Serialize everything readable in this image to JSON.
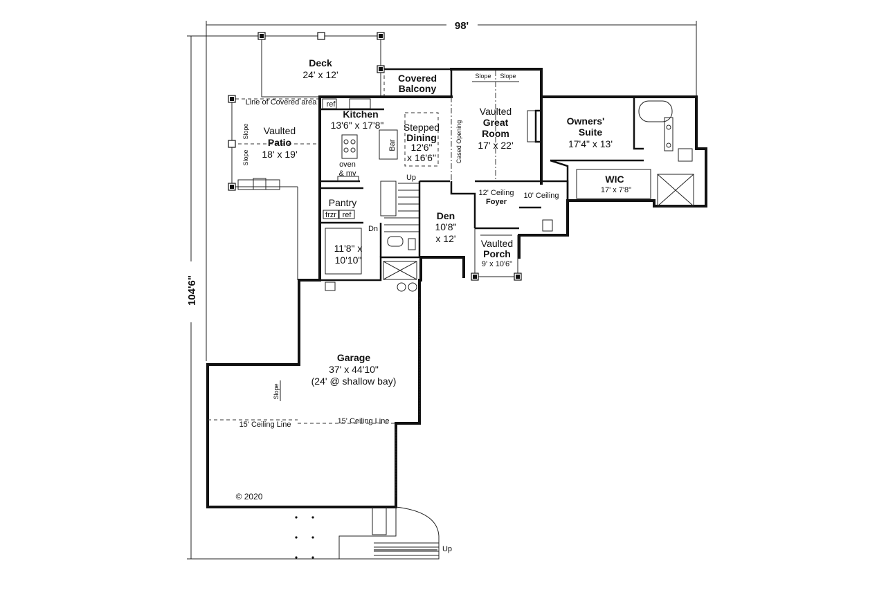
{
  "dimensions": {
    "width_label": "98'",
    "depth_label": "104'6\""
  },
  "rooms": {
    "deck": {
      "name": "Deck",
      "size": "24' x 12'"
    },
    "covered_balcony": {
      "line1": "Covered",
      "line2": "Balcony"
    },
    "line_of_covered_area": "Line of Covered area",
    "patio": {
      "line1": "Vaulted",
      "line2": "Patio",
      "size": "18' x 19'",
      "slope": "Slope"
    },
    "kitchen": {
      "name": "Kitchen",
      "size": "13'6\" x 17'8\"",
      "ref": "ref",
      "oven_line1": "oven",
      "oven_line2": "& mv"
    },
    "dining": {
      "line1": "Stepped",
      "line2": "Dining",
      "size1": "12'6\"",
      "size2": "x 16'6\"",
      "bar": "Bar"
    },
    "cased_opening": "Cased Opening",
    "great_room": {
      "line1": "Vaulted",
      "line2": "Great",
      "line3": "Room",
      "size": "17' x 22'",
      "slope": "Slope"
    },
    "owners_suite": {
      "line1": "Owners'",
      "line2": "Suite",
      "size": "17'4\" x 13'"
    },
    "wic": {
      "name": "WIC",
      "size": "17' x 7'8\""
    },
    "ten_ceiling": "10' Ceiling",
    "foyer": {
      "ceiling": "12' Ceiling",
      "name": "Foyer"
    },
    "pantry": {
      "name": "Pantry",
      "frzr": "frzr",
      "ref": "ref"
    },
    "den": {
      "name": "Den",
      "size1": "10'8\"",
      "size2": "x 12'"
    },
    "stairs": {
      "up": "Up",
      "down": "Dn"
    },
    "laundry": {
      "size1": "11'8\" x",
      "size2": "10'10\""
    },
    "porch": {
      "line1": "Vaulted",
      "line2": "Porch",
      "size": "9' x 10'6\""
    },
    "garage": {
      "name": "Garage",
      "size": "37' x 44'10\"",
      "note": "(24' @ shallow bay)",
      "slope": "Slope",
      "ceiling_left": "15' Ceiling Line",
      "ceiling_right": "15' Ceiling Line"
    },
    "exterior_stair": {
      "up": "Up"
    }
  },
  "copyright": "© 2020"
}
